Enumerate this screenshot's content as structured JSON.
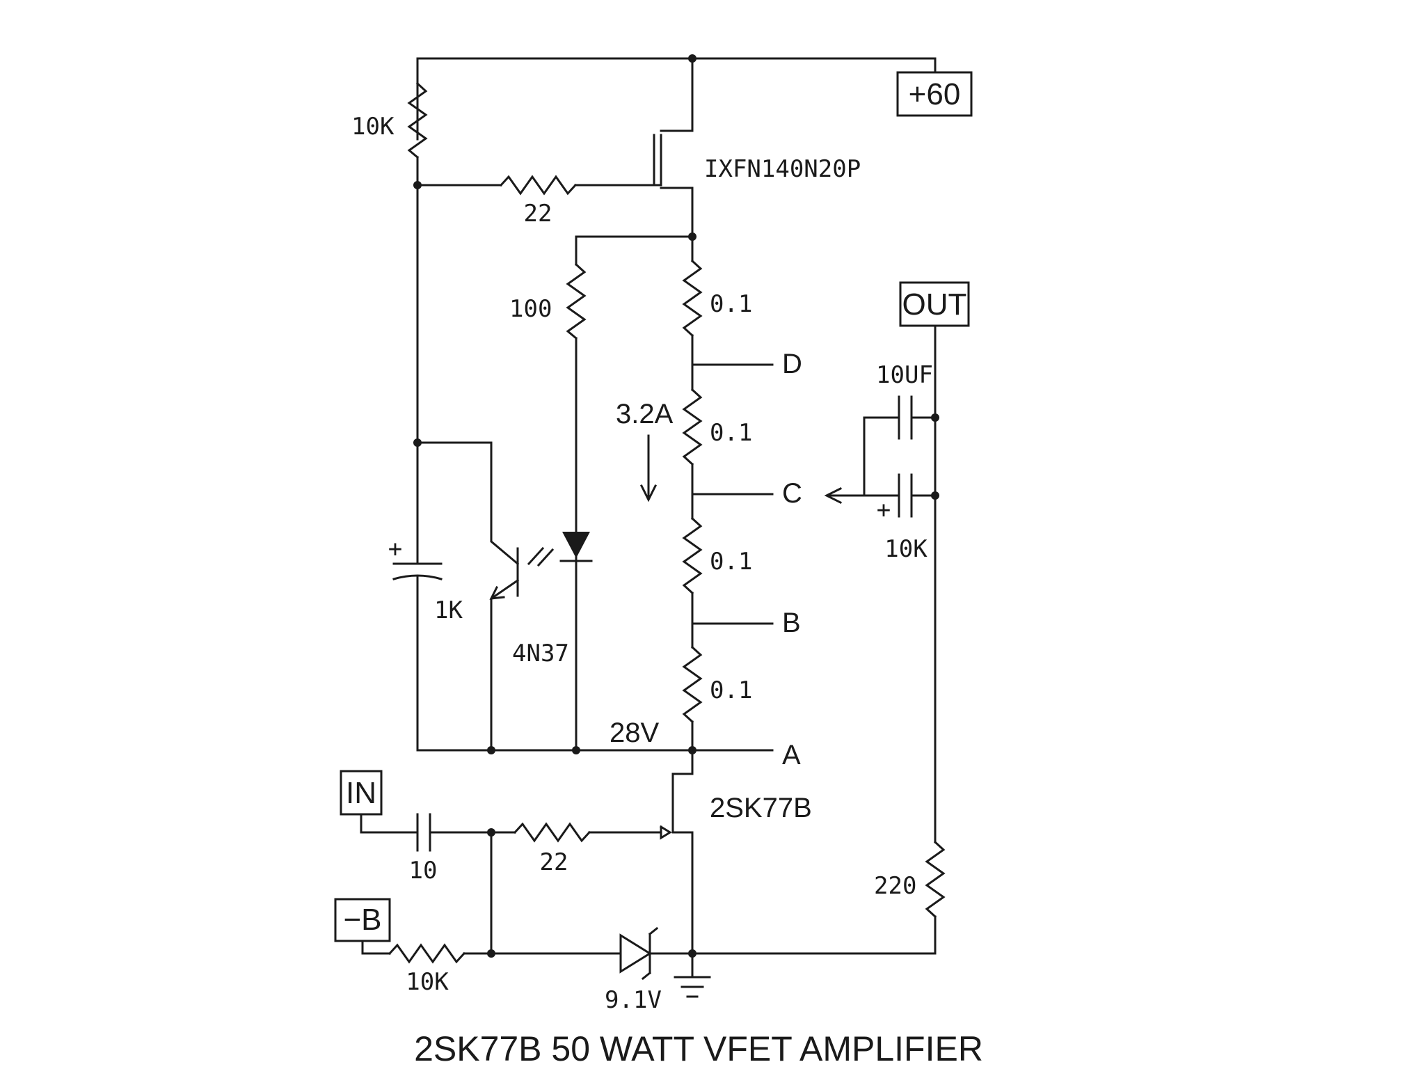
{
  "title": "2SK77B 50 WATT VFET AMPLIFIER",
  "terminals": {
    "supply": "+60",
    "output": "OUT",
    "input": "IN",
    "negative": "−B"
  },
  "components": {
    "r_top_left": "10K",
    "r_gate": "22",
    "mosfet": "IXFN140N20P",
    "r_led": "100",
    "r_s1": "0.1",
    "r_s2": "0.1",
    "r_s3": "0.1",
    "r_s4": "0.1",
    "current": "3.2A",
    "cap_left": "1K",
    "opto": "4N37",
    "cap_out_top": "10UF",
    "cap_out_bot": "10K",
    "r_out": "220",
    "voltage": "28V",
    "vfet": "2SK77B",
    "cap_in": "10",
    "r_in": "22",
    "r_bias": "10K",
    "zener": "9.1V"
  },
  "taps": {
    "a": "A",
    "b": "B",
    "c": "C",
    "d": "D"
  }
}
